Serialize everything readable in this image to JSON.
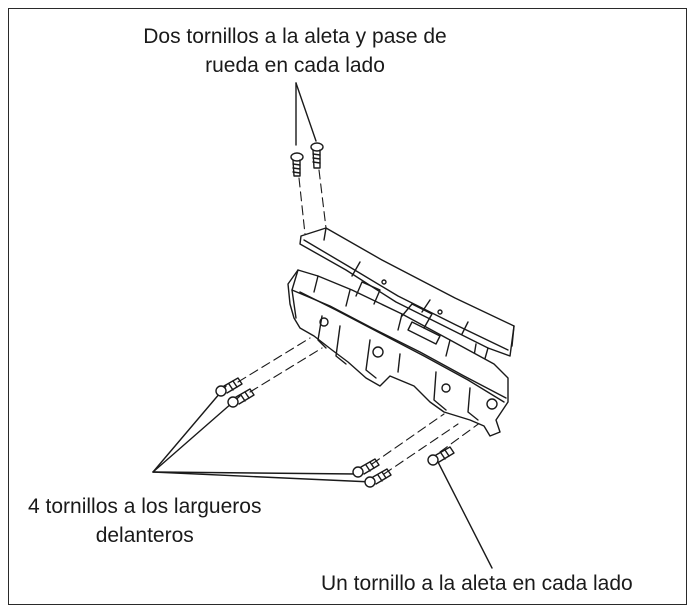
{
  "annotations": {
    "top_line1": "Dos tornillos a la aleta y pase de",
    "top_line2": "rueda en cada lado",
    "left_line1": "4 tornillos a los largueros",
    "left_line2": "delanteros",
    "right": "Un tornillo a la aleta en cada lado"
  },
  "colors": {
    "line": "#1a1a1a",
    "paper": "#ffffff"
  }
}
